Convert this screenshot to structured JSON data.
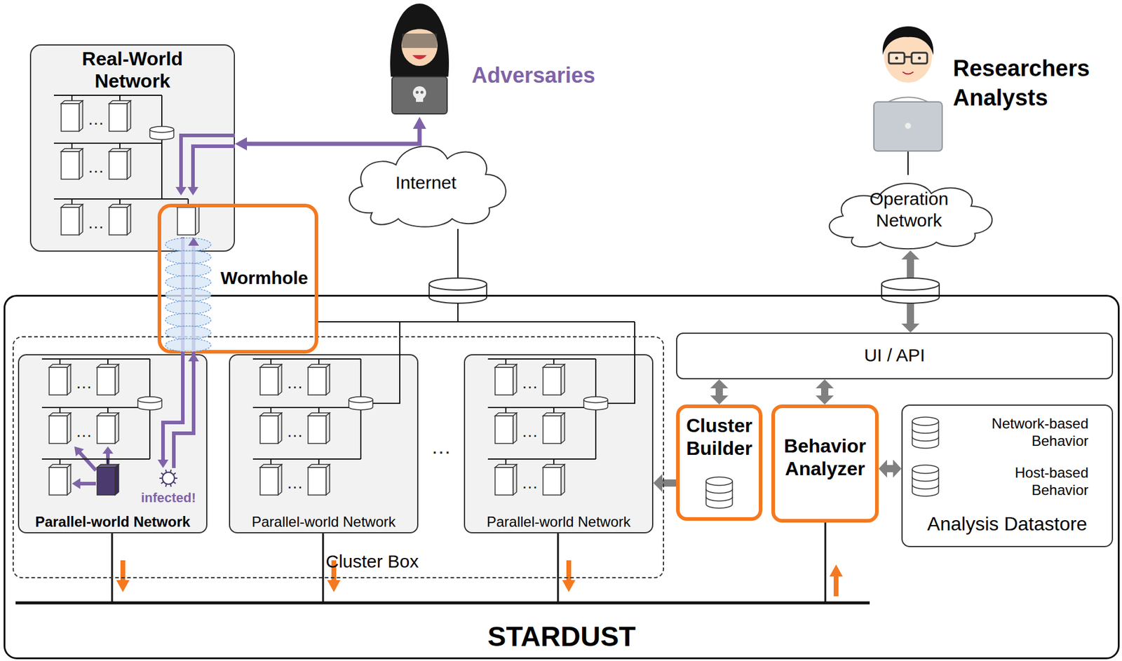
{
  "diagram": {
    "nodes": [
      {
        "text": [
          "Adversaries"
        ]
      },
      {
        "text": [
          "Researchers Analysts"
        ]
      },
      {
        "text": [
          "Real-World Network"
        ]
      },
      {
        "text": [
          "Internet"
        ]
      },
      {
        "text": [
          "Operation Network"
        ]
      },
      {
        "text": [
          "STARDUST"
        ]
      },
      {
        "text": [
          "Wormhole"
        ]
      },
      {
        "text": [
          "Cluster Box"
        ],
        "in": 5
      },
      {
        "text": [
          "Parallel-world Network"
        ],
        "in": 7
      },
      {
        "text": [
          "Parallel-world Network"
        ],
        "in": 7
      },
      {
        "text": [
          "Parallel-world Network"
        ],
        "in": 7
      },
      {
        "text": [
          "UI / API"
        ],
        "in": 5
      },
      {
        "text": [
          "Cluster Builder"
        ],
        "in": 5
      },
      {
        "text": [
          "Behavior Analyzer"
        ],
        "in": 5
      },
      {
        "text": [
          "Network-based Behavior",
          "Host-based Behavior",
          "Analysis Datastore"
        ],
        "in": 5
      }
    ],
    "edges": [
      {
        "from": 0,
        "to": 2,
        "arrow": "both"
      },
      {
        "from": 1,
        "to": 4,
        "arrow": "none"
      },
      {
        "from": 3,
        "to": 5,
        "arrow": "none"
      },
      {
        "from": 4,
        "to": 11,
        "arrow": "both"
      },
      {
        "from": 11,
        "to": 12,
        "arrow": "both"
      },
      {
        "from": 11,
        "to": 13,
        "arrow": "both"
      },
      {
        "from": 13,
        "to": 14,
        "arrow": "both"
      },
      {
        "from": 12,
        "to": 10,
        "arrow": "to"
      }
    ],
    "labels": [
      "…",
      "…",
      "…",
      "…",
      "…",
      "infected!",
      "…",
      "…",
      "…",
      "…",
      "…",
      "…",
      "…"
    ]
  }
}
